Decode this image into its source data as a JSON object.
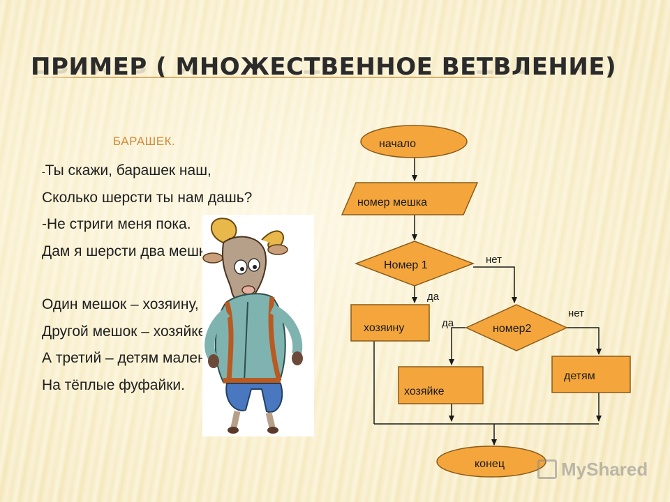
{
  "slide": {
    "title": "ПРИМЕР ( МНОЖЕСТВЕННОЕ ВЕТВЛЕНИЕ)",
    "subheading": "БАРАШЕК.",
    "poem": {
      "line1_dash": "-",
      "line1": "Ты скажи, барашек наш,",
      "line2": "Сколько шерсти ты нам дашь?",
      "line3": "-Не стриги меня пока.",
      "line4": "Дам я шерсти два мешка.",
      "line5": "Один мешок – хозяину,",
      "line6": "Другой мешок – хозяйке,",
      "line7": "А третий – детям маленьким",
      "line8": "На тёплые фуфайки."
    }
  },
  "flowchart": {
    "start": "начало",
    "input": "номер мешка",
    "decision1": "Номер 1",
    "decision2": "номер2",
    "yes_label_1": "да",
    "no_label_1": "нет",
    "yes_label_2": "да",
    "no_label_2": "нет",
    "action_owner": "хозяину",
    "action_hostess": "хозяйке",
    "action_children": "детям",
    "end": "конец",
    "shape_fill": "#f4a63c",
    "shape_stroke": "#8a5a1a"
  },
  "watermark": {
    "text": "MyShared"
  }
}
